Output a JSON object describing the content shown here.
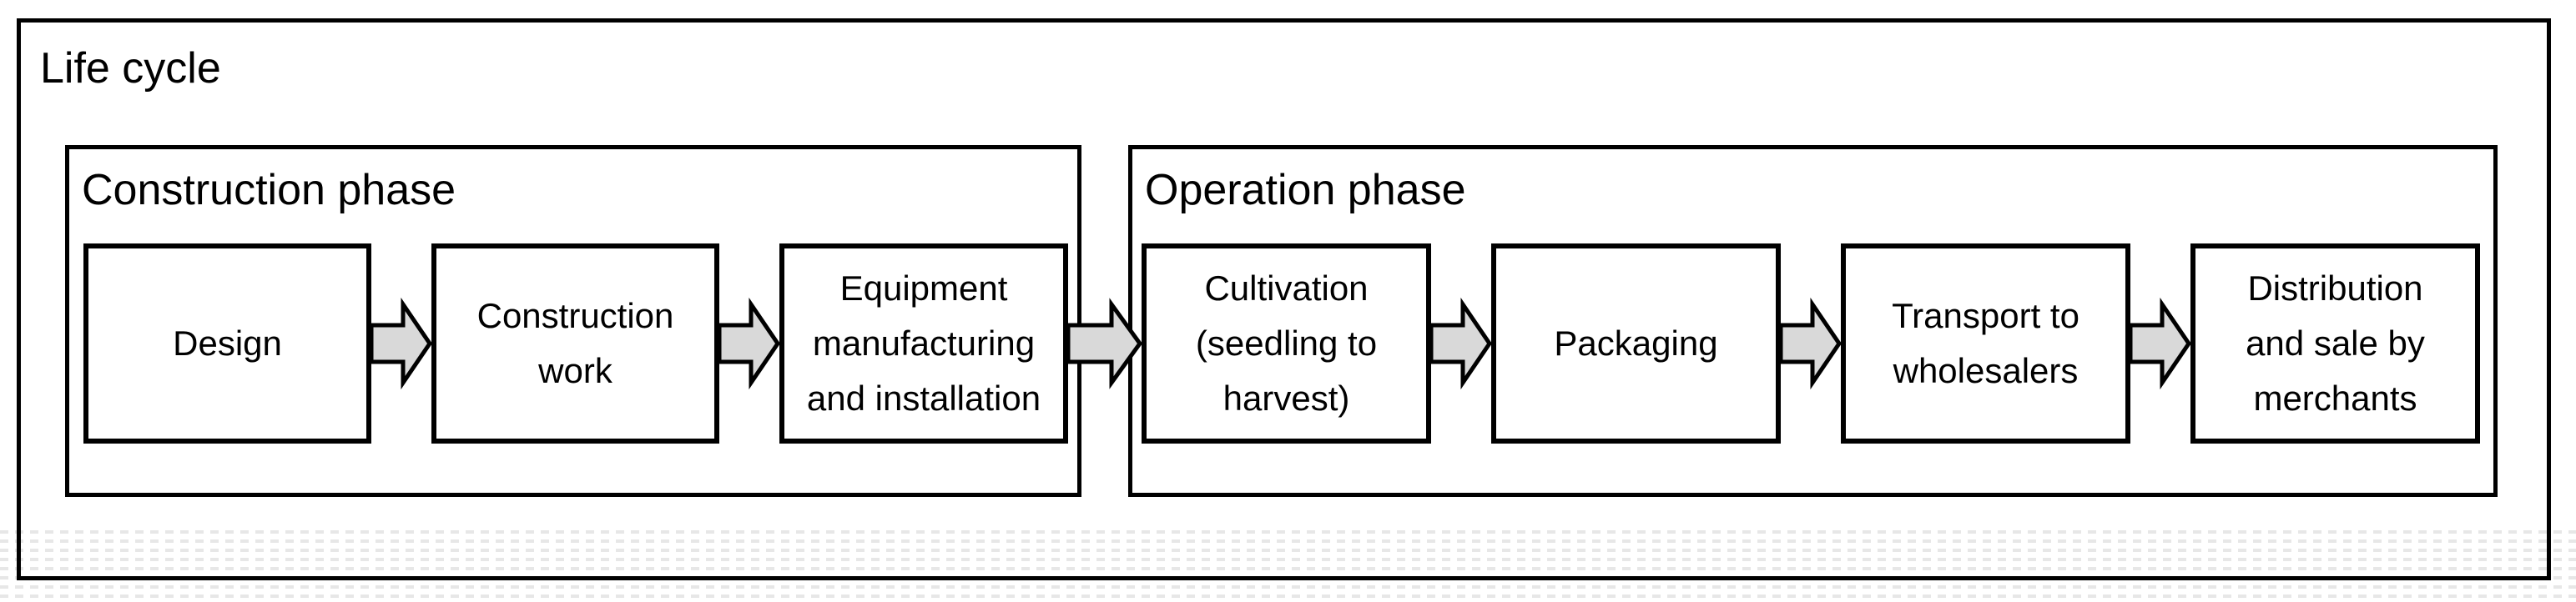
{
  "diagram": {
    "title": "Life cycle",
    "phases": [
      {
        "label": "Construction phase",
        "steps": [
          {
            "text": "Design",
            "lines": [
              "Design"
            ]
          },
          {
            "text": "Construction work",
            "lines": [
              "Construction",
              "work"
            ]
          },
          {
            "text": "Equipment manufacturing and installation",
            "lines": [
              "Equipment",
              "manufacturing",
              "and installation"
            ]
          }
        ]
      },
      {
        "label": "Operation phase",
        "steps": [
          {
            "text": "Cultivation (seedling to harvest)",
            "lines": [
              "Cultivation",
              "(seedling to",
              "harvest)"
            ]
          },
          {
            "text": "Packaging",
            "lines": [
              "Packaging"
            ]
          },
          {
            "text": "Transport to wholesalers",
            "lines": [
              "Transport to",
              "wholesalers"
            ]
          },
          {
            "text": "Distribution and sale by merchants",
            "lines": [
              "Distribution",
              "and sale by",
              "merchants"
            ]
          }
        ]
      }
    ],
    "flow_direction": "left-to-right",
    "colors": {
      "background": "#ffffff",
      "border": "#000000",
      "text": "#000000",
      "arrow_fill": "#d9d9d9",
      "watermark_dots": "#e7e7e7"
    }
  }
}
